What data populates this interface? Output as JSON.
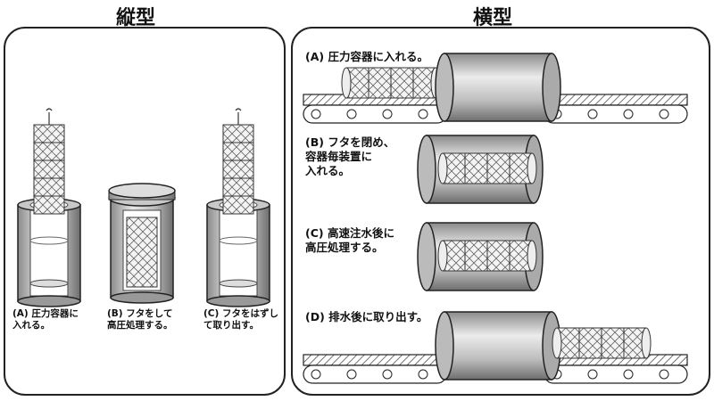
{
  "vertical": {
    "title": "縦型",
    "captions": [
      "(A) 圧力容器に\n入れる。",
      "(B) フタをして\n高圧処理する。",
      "(C) フタをはずし\nて取り出す。"
    ]
  },
  "horizontal": {
    "title": "横型",
    "steps": [
      "(A) 圧力容器に入れる。",
      "(B) フタを閉め、\n容器毎装置に\n入れる。",
      "(C) 高速注水後に\n高圧処理する。",
      "(D) 排水後に取り出す。"
    ]
  }
}
